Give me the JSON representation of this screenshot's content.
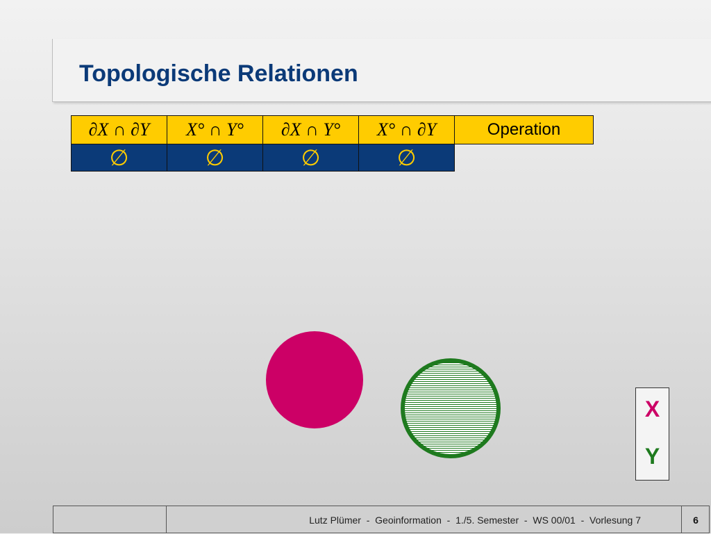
{
  "slide": {
    "title": "Topologische Relationen"
  },
  "table": {
    "headers": [
      "∂X ∩ ∂Y",
      "X° ∩ Y°",
      "∂X ∩ Y°",
      "X° ∩ ∂Y",
      "Operation"
    ],
    "values": [
      "∅",
      "∅",
      "∅",
      "∅"
    ]
  },
  "figure": {
    "x_color": "#cc0066",
    "y_stroke": "#1e7a1e",
    "y_fill": "#ffffff"
  },
  "legend": {
    "x_label": "X",
    "y_label": "Y"
  },
  "footer": {
    "credit": "Lutz Plümer  -  Geoinformation  -  1./5. Semester  -  WS 00/01  -  Vorlesung 7",
    "page_number": "6"
  }
}
